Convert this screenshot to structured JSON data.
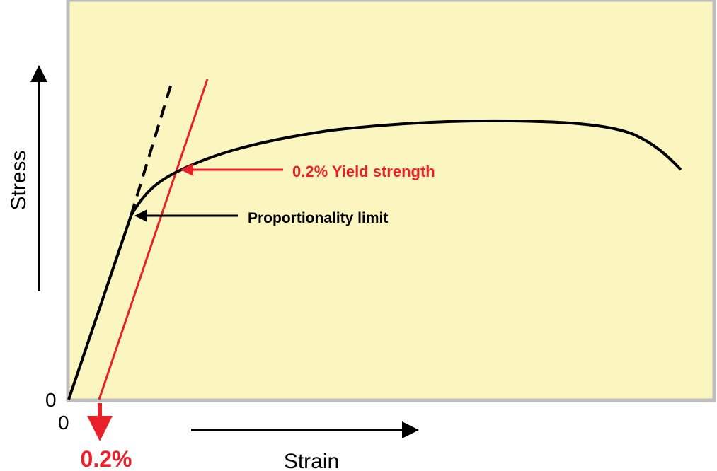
{
  "title": "Stress-strain curve",
  "axes": {
    "y_label": "Stress",
    "x_label": "Strain",
    "y_origin": "0",
    "x_origin": "0"
  },
  "annotations": {
    "yield_strength": "0.2% Yield strength",
    "proportionality_limit": "Proportionality limit",
    "offset": "0.2%"
  },
  "colors": {
    "background": "#fbf5c0",
    "border": "#bdbdbd",
    "curve": "#000000",
    "offset_line": "#e8202a"
  }
}
